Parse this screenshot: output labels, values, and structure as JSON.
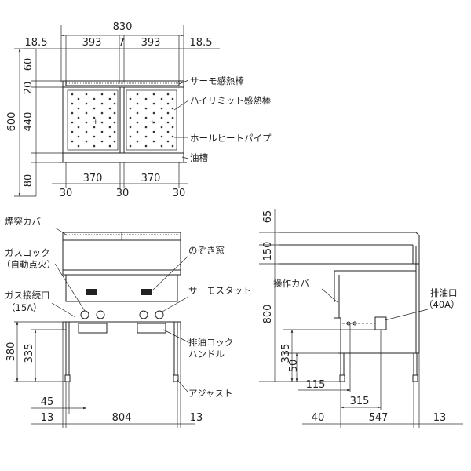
{
  "top_view": {
    "overall_width": "830",
    "widths": [
      "18.5",
      "393",
      "7",
      "393",
      "18.5"
    ],
    "heights": [
      "60",
      "20",
      "440",
      "80"
    ],
    "total_height": "600",
    "bottom_widths": [
      "30",
      "370",
      "30",
      "370",
      "30"
    ],
    "callouts": [
      "サーモ感熱棒",
      "ハイリミット感熱棒",
      "ホールヒートパイプ",
      "油槽"
    ]
  },
  "front_view": {
    "callouts_left": [
      "煙突カバー",
      "ガスコック",
      "（自動点火）",
      "ガス接続口",
      "（15A）"
    ],
    "callouts_right": [
      "のぞき窓",
      "サーモスタット",
      "排油コック",
      "ハンドル",
      "アジャスト"
    ],
    "heights": [
      "380",
      "335"
    ],
    "bottom_dims": [
      "45",
      "13",
      "804",
      "13"
    ]
  },
  "side_view": {
    "heights": [
      "65",
      "150",
      "800",
      "335",
      "50"
    ],
    "callouts": [
      "操作カバー",
      "排油口",
      "（40A）"
    ],
    "dims": [
      "115",
      "315",
      "40",
      "547",
      "13"
    ]
  }
}
